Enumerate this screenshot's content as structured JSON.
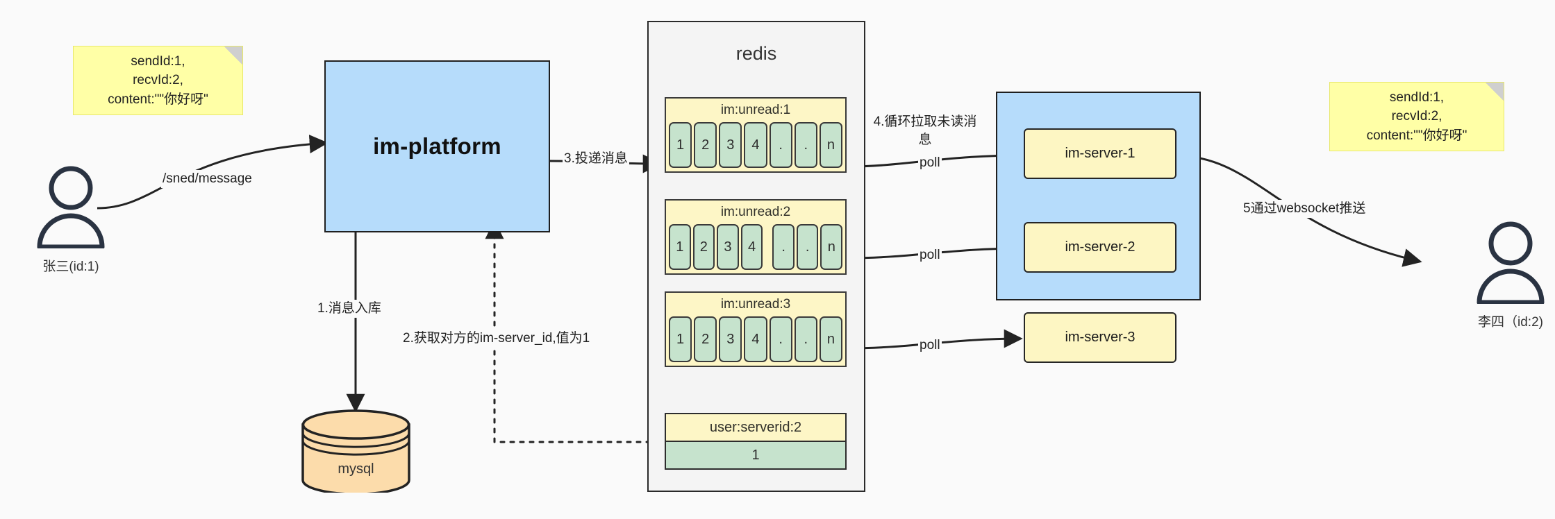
{
  "notes": {
    "left": "sendId:1,\nrecvId:2,\ncontent:\"\"你好呀\"",
    "right": "sendId:1,\nrecvId:2,\ncontent:\"\"你好呀\""
  },
  "actors": [
    {
      "id": "sender",
      "name": "张三(id:1)",
      "icon": "user-icon"
    },
    {
      "id": "receiver",
      "name": "李四（id:2)",
      "icon": "user-icon"
    }
  ],
  "nodes": {
    "im_platform": "im-platform",
    "mysql": "mysql",
    "redis_title": "redis",
    "servers": [
      "im-server-1",
      "im-server-2",
      "im-server-3"
    ]
  },
  "redis_keys": [
    {
      "key": "im:unread:1",
      "cells": [
        "1",
        "2",
        "3",
        "4",
        ".",
        ".",
        "n"
      ],
      "gap_before": -1
    },
    {
      "key": "im:unread:2",
      "cells": [
        "1",
        "2",
        "3",
        "4",
        ".",
        ".",
        "n"
      ],
      "gap_before": 4
    },
    {
      "key": "im:unread:3",
      "cells": [
        "1",
        "2",
        "3",
        "4",
        ".",
        ".",
        "n"
      ],
      "gap_before": -1
    }
  ],
  "redis_kv": {
    "key": "user:serverid:2",
    "value": "1"
  },
  "edges": {
    "send_message": "/sned/message",
    "step1": "1.消息入库",
    "step2": "2.获取对方的im-server_id,值为1",
    "step3": "3.投递消息",
    "step4": "4.循环拉取未读消息",
    "step5": "5通过websocket推送",
    "poll1": "poll",
    "poll2": "poll",
    "poll3": "poll"
  },
  "colors": {
    "note": "#ffffa6",
    "blue": "#b6dcfb",
    "server": "#fdf6c3",
    "cell": "#c6e3cd",
    "mysql": "#fcdcab",
    "panel": "#f4f4f4",
    "stroke": "#232323",
    "background": "#fafafa"
  }
}
